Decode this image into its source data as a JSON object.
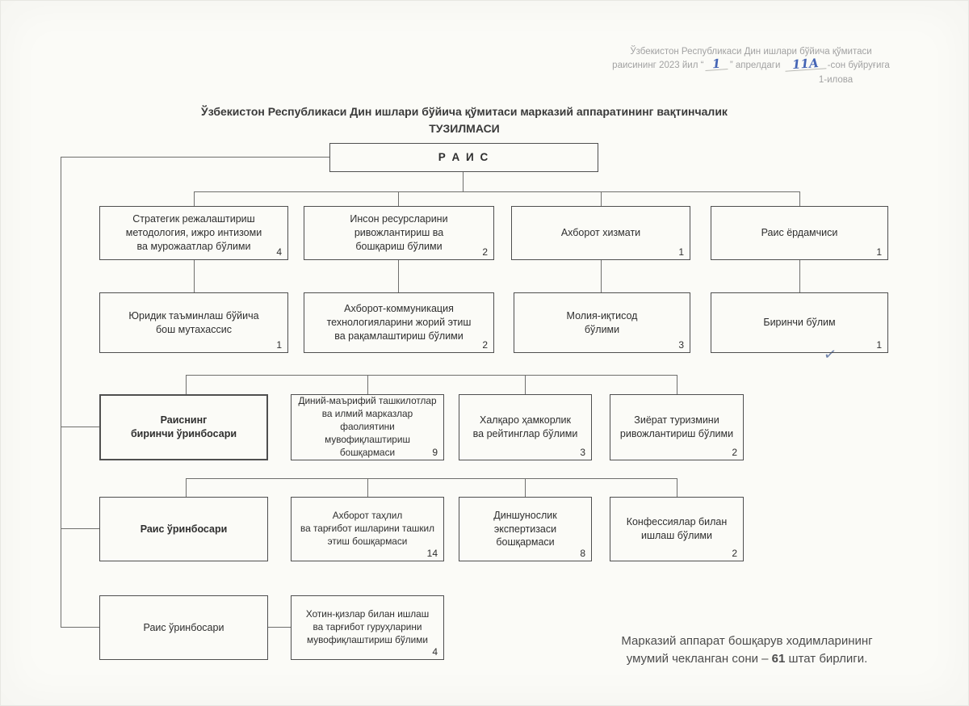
{
  "annotation": {
    "line1": "Ўзбекистон Республикаси Дин ишлари бўйича қўмитаси",
    "line2_pre": "раисининг 2023 йил “",
    "hand_day": "1",
    "line2_mid": "” апрелдаги",
    "hand_number": "11А",
    "line2_post": "-сон буйруғига",
    "line3": "1-илова"
  },
  "title": {
    "line1": "Ўзбекистон Республикаси Дин ишлари бўйича қўмитаси марказий аппаратининг вақтинчалик",
    "line2": "ТУЗИЛМАСИ"
  },
  "marks": {
    "checkmark": "✓"
  },
  "chart": {
    "root": {
      "label": "Р А И С"
    },
    "row2": [
      {
        "label": "Стратегик режалаштириш\nметодология, ижро интизоми\nва мурожаатлар бўлими",
        "count": "4"
      },
      {
        "label": "Инсон ресурсларини\nривожлантириш ва\nбошқариш бўлими",
        "count": "2"
      },
      {
        "label": "Ахборот хизмати",
        "count": "1"
      },
      {
        "label": "Раис ёрдамчиси",
        "count": "1"
      }
    ],
    "row3": [
      {
        "label": "Юридик таъминлаш бўйича\nбош  мутахассис",
        "count": "1"
      },
      {
        "label": "Ахборот-коммуникация\nтехнологияларини жорий этиш\nва рақамлаштириш бўлими",
        "count": "2"
      },
      {
        "label": "Молия-иқтисод\nбўлими",
        "count": "3"
      },
      {
        "label": "Биринчи бўлим",
        "count": "1"
      }
    ],
    "row4_head": {
      "label": "Раиснинг\nбиринчи ўринбосари"
    },
    "row4": [
      {
        "label": "Диний-маърифий ташкилотлар\nва илмий марказлар фаолиятини\nмувофиқлаштириш бошқармаси",
        "count": "9"
      },
      {
        "label": "Халқаро ҳамкорлик\nва рейтинглар бўлими",
        "count": "3"
      },
      {
        "label": "Зиёрат туризмини\nривожлантириш бўлими",
        "count": "2"
      }
    ],
    "row5_head": {
      "label": "Раис ўринбосари"
    },
    "row5": [
      {
        "label": "Ахборот таҳлил\nва тарғибот ишларини ташкил\nэтиш бошқармаси",
        "count": "14"
      },
      {
        "label": "Диншунослик\nэкспертизаси\nбошқармаси",
        "count": "8"
      },
      {
        "label": "Конфессиялар билан\nишлаш бўлими",
        "count": "2"
      }
    ],
    "row6_head": {
      "label": "Раис ўринбосари"
    },
    "row6": [
      {
        "label": "Хотин-қизлар билан ишлаш\nва тарғибот гуруҳларини\nмувофиқлаштириш бўлими",
        "count": "4"
      }
    ]
  },
  "footer": {
    "line1": "Марказий аппарат бошқарув ходимларининг",
    "line2_pre": "умумий чекланган сони – ",
    "count": "61",
    "line2_post": " штат бирлиги."
  }
}
